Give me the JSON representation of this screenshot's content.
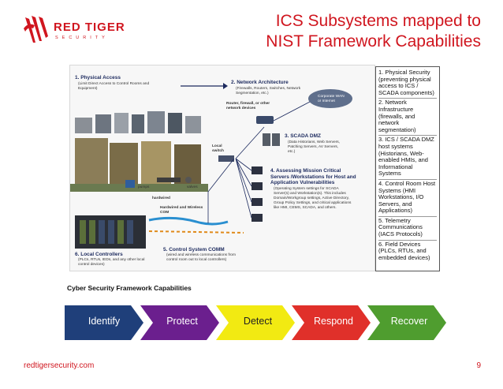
{
  "logo": {
    "name": "RED TIGER",
    "tagline": "SECURITY"
  },
  "title": {
    "line1": "ICS Subsystems mapped to",
    "line2": "NIST Framework Capabilities"
  },
  "diagram": {
    "physical_access": {
      "label": "1. Physical Access",
      "note": "(Limit Direct Access to Control Rooms and Equipment)"
    },
    "network_arch": {
      "label": "2. Network Architecture",
      "note": "(Firewalls, Routers, Switches, Network Segmentation, etc.)"
    },
    "router_label": "Router, firewall, or other network devices",
    "wan_label": "Corporate WAN or Internet",
    "scada_dmz": {
      "label": "3. SCADA DMZ",
      "note": "(Data Historians, Web Servers, Patching Servers, AV Servers, etc.)"
    },
    "local_switch": "Local switch",
    "mission_critical": {
      "label": "4. Assessing Mission Critical Servers /Workstations for Host and Application Vulnerabilities",
      "note": "(Operating System settings for SCADA Server(s) and Workstation(s). This includes Domain/Workgroup settings, Active Directory, Group Policy Settings, and critical applications like HMI, CEMS, SCADA, and others."
    },
    "pumps": "pumps",
    "valves": "valves",
    "hardwired": "hardwired",
    "hardwired_wireless": "Hardwired and Wireless COM",
    "local_controllers": {
      "label": "6. Local Controllers",
      "note": "(PLCs, RTUs, IEDs, and any other local control devices)"
    },
    "control_comm": {
      "label": "5. Control System COMM",
      "note": "(wired and wireless communications from control room out to local controllers)"
    }
  },
  "subsystems": [
    "1. Physical Security (preventing physical access to ICS / SCADA components)",
    "2. Network Infrastructure (firewalls, and network segmentation)",
    "3. ICS / SCADA DMZ host systems (Historians, Web-enabled HMIs, and Informational Systems",
    "4. Control Room Host Systems (HMI Workstations, I/O Servers, and Applications)",
    "5. Telemetry Communications (IACS Protocols)",
    "6. Field Devices (PLCs, RTUs, and embedded devices)"
  ],
  "framework": {
    "title": "Cyber Security Framework Capabilities",
    "steps": [
      {
        "label": "Identify",
        "color": "#1f3f7a",
        "text_color": "#ffffff"
      },
      {
        "label": "Protect",
        "color": "#6b1f8e",
        "text_color": "#ffffff"
      },
      {
        "label": "Detect",
        "color": "#f2ea12",
        "text_color": "#222222"
      },
      {
        "label": "Respond",
        "color": "#e0302a",
        "text_color": "#ffffff"
      },
      {
        "label": "Recover",
        "color": "#4f9d2f",
        "text_color": "#ffffff"
      }
    ]
  },
  "footer": {
    "url": "redtigersecurity.com",
    "page": "9"
  },
  "colors": {
    "brand_red": "#d0161f",
    "navy": "#1c2a5e"
  }
}
